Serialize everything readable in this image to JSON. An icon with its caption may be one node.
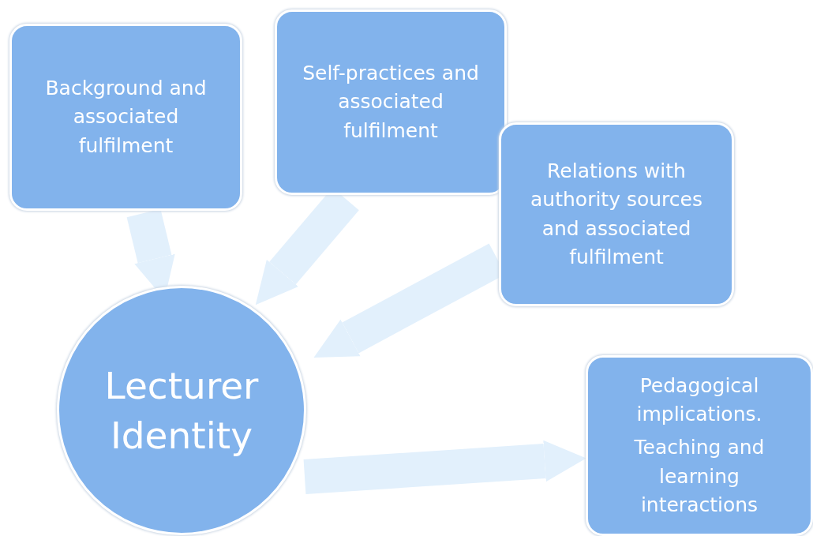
{
  "diagram": {
    "nodes": [
      {
        "text": [
          "Background and associated fulfilment"
        ]
      },
      {
        "text": [
          "Self-practices and associated fulfilment"
        ]
      },
      {
        "text": [
          "Relations with authority sources and associated fulfilment"
        ]
      },
      {
        "text": [
          "Lecturer Identity"
        ]
      },
      {
        "text": [
          "Pedagogical implications.",
          "Teaching and learning interactions"
        ]
      }
    ],
    "edges": [
      {
        "from": 0,
        "to": 3,
        "arrow": "to"
      },
      {
        "from": 1,
        "to": 3,
        "arrow": "to"
      },
      {
        "from": 2,
        "to": 3,
        "arrow": "to"
      },
      {
        "from": 3,
        "to": 4,
        "arrow": "to"
      }
    ]
  }
}
